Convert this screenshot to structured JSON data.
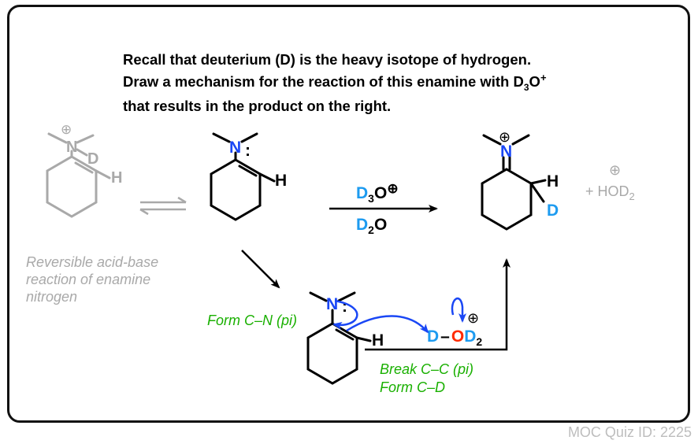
{
  "question": {
    "line1": "Recall that deuterium (D) is the heavy isotope of hydrogen.",
    "line2_main": "Draw a mechanism for the reaction of this enamine with D",
    "line2_sub": "3",
    "line2_o": "O",
    "line2_sup": "+",
    "line3": "that results in the product on the right."
  },
  "reversible_note": [
    "Reversible acid-base",
    "reaction of enamine",
    "nitrogen"
  ],
  "atoms": {
    "N": "N",
    "H": "H",
    "D": "D",
    "O": "O",
    "lone_pair": ":",
    "plus": "⊕",
    "dash": "–",
    "sub2": "2",
    "sub3": "3"
  },
  "reagents": {
    "above": "D3O⊕",
    "below": "D2O"
  },
  "byproduct": {
    "plus": "⊕",
    "text": "+ HOD",
    "sub": "2"
  },
  "mechanism_labels": {
    "form_cn": "Form C–N (pi)",
    "break_cc": "Break C–C (pi)",
    "form_cd": "Form C–D"
  },
  "colors": {
    "nitrogen_blue": "#1a47f5",
    "deuterium_blue": "#1d9bf0",
    "oxygen_red": "#ff2a00",
    "arrow_blue": "#1a47f5",
    "green": "#19b000",
    "grey": "#a9a9a9"
  },
  "quiz_id": "MOC Quiz ID: 2225"
}
